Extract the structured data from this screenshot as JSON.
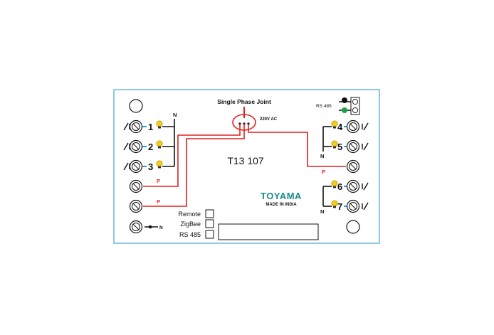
{
  "header": {
    "joint_label": "Single Phase Joint",
    "voltage_label": "220V AC"
  },
  "rs485_connector": {
    "label": "RS 485",
    "dot_colors": [
      "#111111",
      "#1aa34a"
    ]
  },
  "model": "T13 107",
  "brand": {
    "name": "TOYAMA",
    "tagline": "MADE IN INDIA",
    "color": "#1a8a8a"
  },
  "left_group": {
    "neutral_label": "N",
    "channels": [
      "1",
      "2",
      "3"
    ],
    "phase_labels": [
      "P",
      "P"
    ],
    "neutral_terminal_label": "N"
  },
  "right_group_top": {
    "neutral_label": "N",
    "channels": [
      "4",
      "5"
    ],
    "phase_label": "P"
  },
  "right_group_bottom": {
    "neutral_label": "N",
    "channels": [
      "6",
      "7"
    ]
  },
  "options": [
    {
      "label": "Remote",
      "checked": false
    },
    {
      "label": "ZigBee",
      "checked": false
    },
    {
      "label": "RS 485",
      "checked": false
    }
  ],
  "colors": {
    "panel_border": "#5fb4d6",
    "wire_phase": "#e0201e",
    "wire_neutral": "#111111",
    "link_blue": "#2a9fd8",
    "bulb": "#f2cc1c"
  }
}
